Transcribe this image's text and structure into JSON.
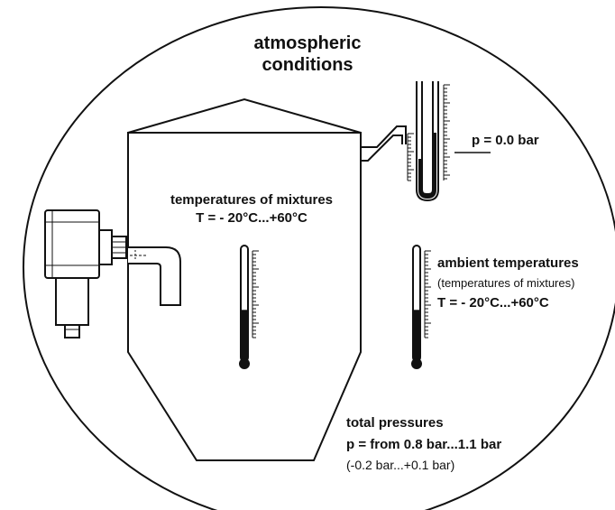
{
  "title": {
    "line1": "atmospheric",
    "line2": "conditions"
  },
  "mixtures": {
    "heading": "temperatures of mixtures",
    "value": "T =  - 20°C...+60°C"
  },
  "manometer": {
    "label": "p =  0.0 bar"
  },
  "ambient": {
    "heading": "ambient temperatures",
    "note": "(temperatures of mixtures)",
    "value": "T =  - 20°C...+60°C"
  },
  "pressures": {
    "heading": "total pressures",
    "range": "p =  from 0.8 bar...1.1 bar",
    "relative": "(-0.2 bar...+0.1 bar)"
  },
  "thermometer_levels": {
    "mixtures": 0.45,
    "ambient": 0.45
  }
}
